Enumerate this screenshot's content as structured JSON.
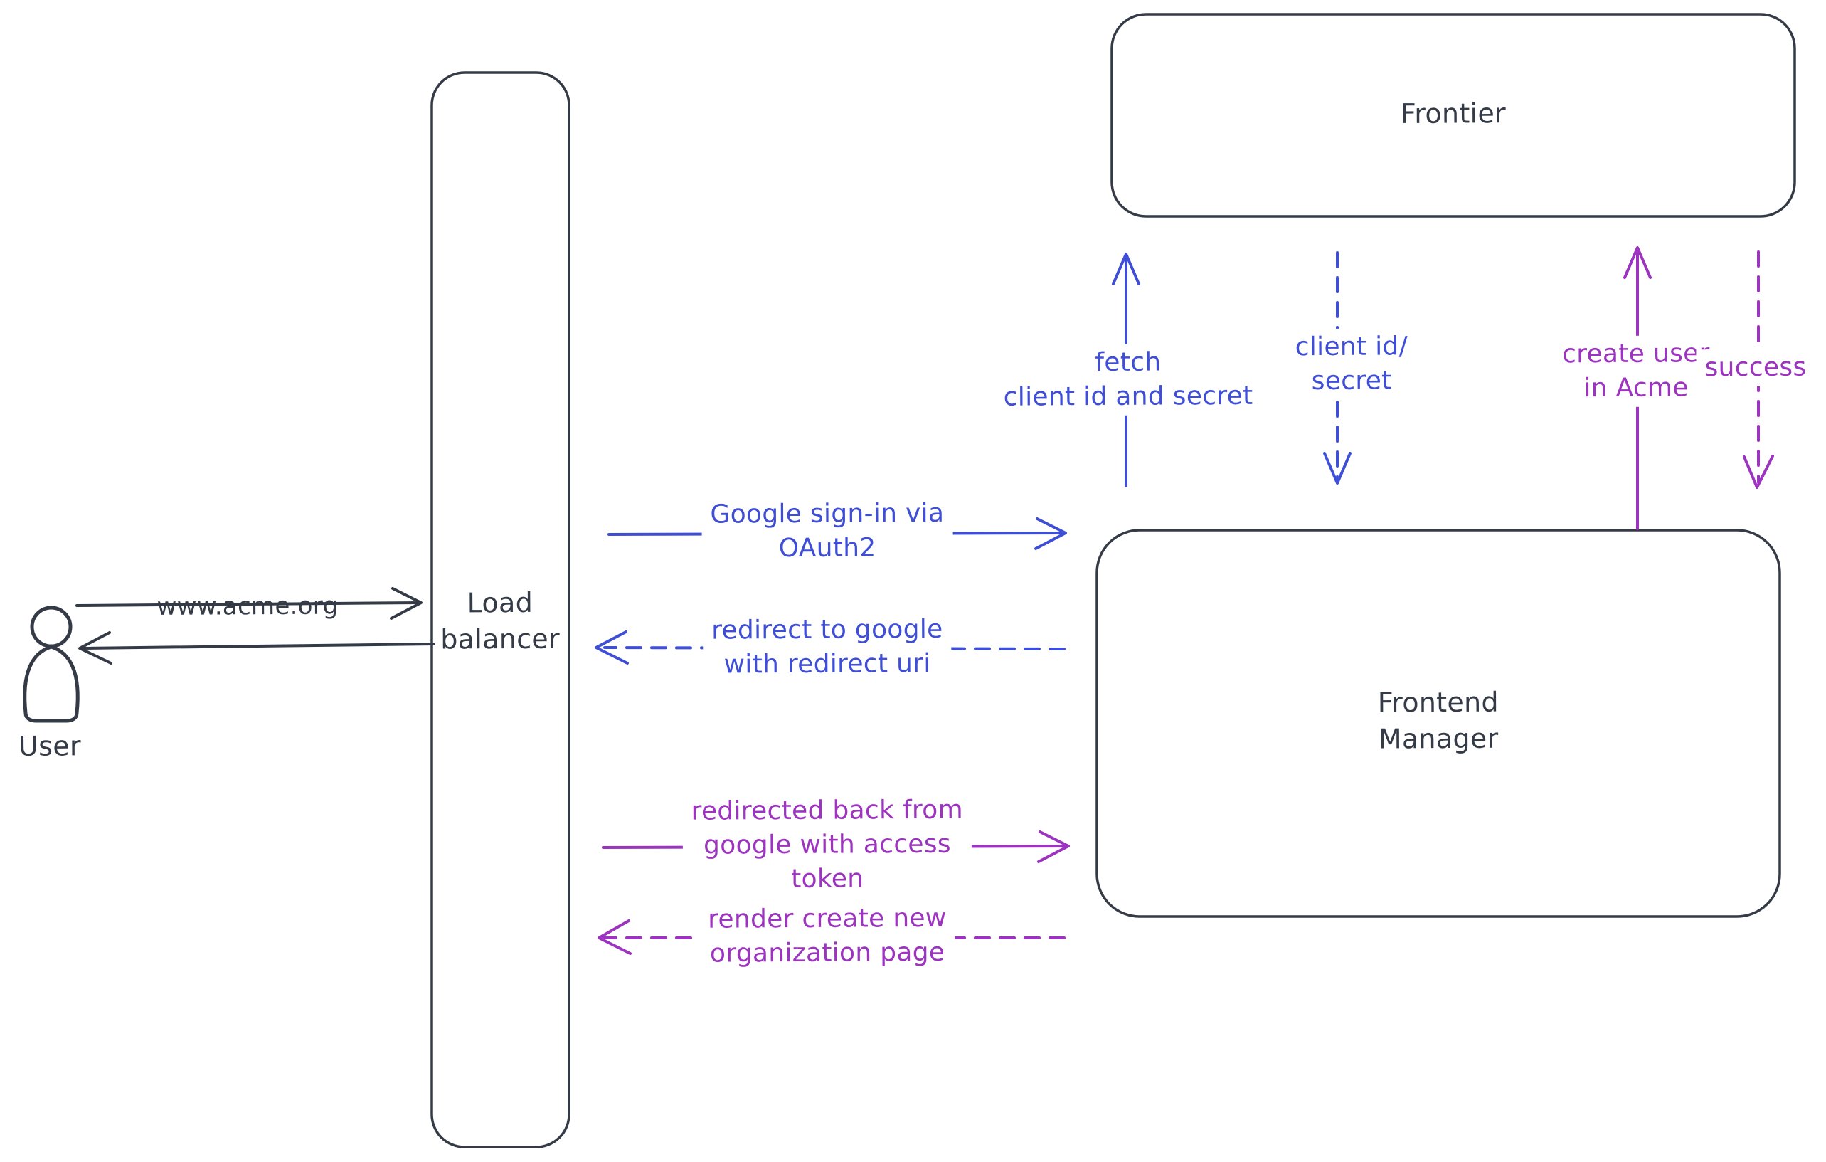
{
  "diagram": {
    "nodes": {
      "user": {
        "label": "User"
      },
      "load_balancer": {
        "label": "Load\nbalancer"
      },
      "frontier": {
        "label": "Frontier"
      },
      "frontend_manager": {
        "label": "Frontend\nManager"
      }
    },
    "edges": {
      "www_acme": {
        "label": "www.acme.org",
        "style": "solid",
        "color": "dark",
        "direction": "right"
      },
      "response_to_user": {
        "label": "",
        "style": "solid",
        "color": "dark",
        "direction": "left"
      },
      "google_signin": {
        "label": "Google sign-in via\nOAuth2",
        "style": "solid",
        "color": "blue",
        "direction": "right"
      },
      "redirect_to_google": {
        "label": "redirect to google\nwith redirect uri",
        "style": "dashed",
        "color": "blue",
        "direction": "left"
      },
      "redirected_back": {
        "label": "redirected back from\ngoogle with access\ntoken",
        "style": "solid",
        "color": "purple",
        "direction": "right"
      },
      "render_org_page": {
        "label": "render create new\norganization page",
        "style": "dashed",
        "color": "purple",
        "direction": "left"
      },
      "fetch_client": {
        "label": "fetch\nclient id and secret",
        "style": "solid",
        "color": "blue",
        "direction": "up"
      },
      "client_id_secret": {
        "label": "client id/\nsecret",
        "style": "dashed",
        "color": "blue",
        "direction": "down"
      },
      "create_user": {
        "label": "create user\nin Acme",
        "style": "solid",
        "color": "purple",
        "direction": "up"
      },
      "success": {
        "label": "success",
        "style": "dashed",
        "color": "purple",
        "direction": "down"
      }
    },
    "colors": {
      "blue": "#3f4ed6",
      "purple": "#9c34c0",
      "stroke": "#353b46",
      "hatch_fill": "#c9d3dc",
      "background": "#ffffff"
    }
  }
}
